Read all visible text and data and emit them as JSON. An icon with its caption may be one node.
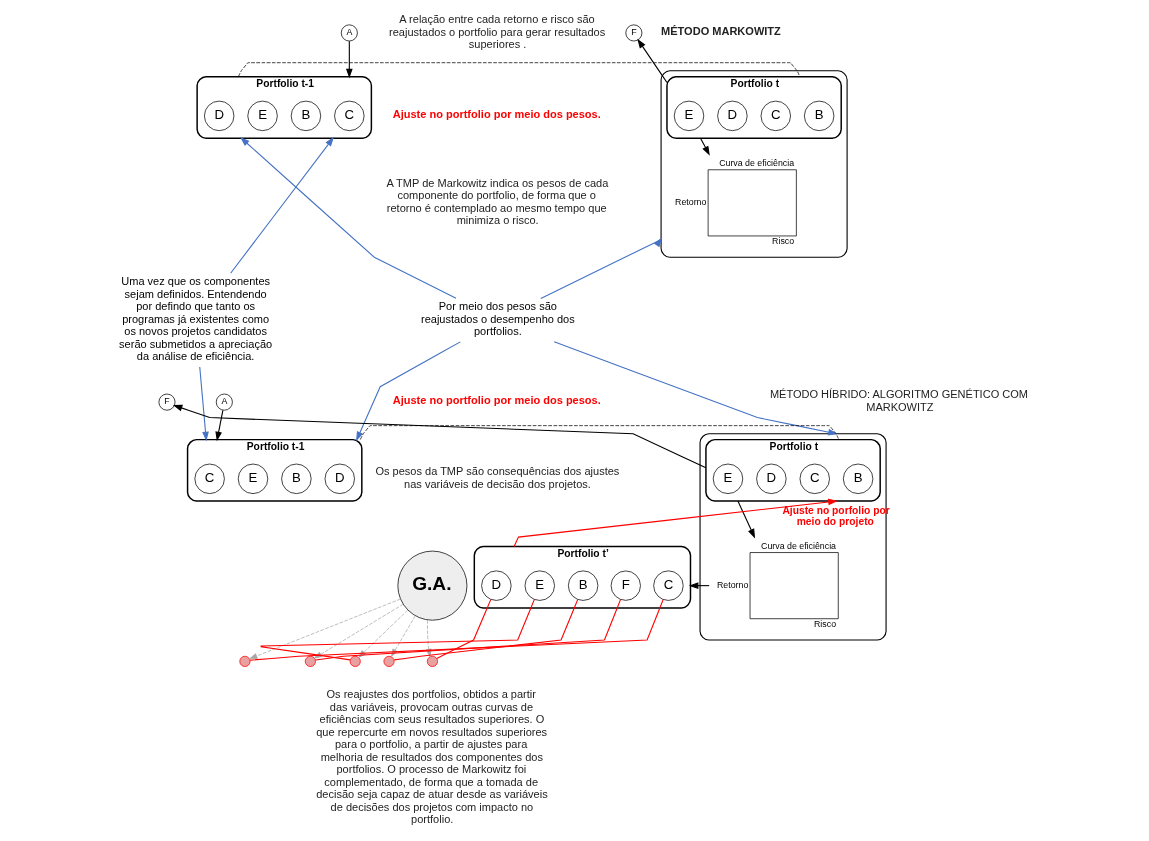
{
  "diagram": {
    "nodes": [
      {
        "text": [],
        "shape": "box"
      },
      {
        "text": [
          "Curva de eficiência",
          "Retorno",
          "Risco"
        ],
        "in": 0
      },
      {
        "text": [
          "Portfolio t"
        ],
        "in": 0
      },
      {
        "text": [
          "B"
        ],
        "in": 2
      },
      {
        "text": [
          "C"
        ],
        "in": 2
      },
      {
        "text": [
          "D"
        ],
        "in": 2
      },
      {
        "text": [
          "E"
        ],
        "in": 2
      },
      {
        "text": [
          "F"
        ]
      },
      {
        "text": [
          "Portfolio t-1"
        ]
      },
      {
        "text": [
          "C"
        ],
        "in": 8
      },
      {
        "text": [
          "B"
        ],
        "in": 8
      },
      {
        "text": [
          "E"
        ],
        "in": 8
      },
      {
        "text": [
          "D"
        ],
        "in": 8
      },
      {
        "text": [
          "A"
        ]
      },
      {
        "text": [
          "Uma vez que os componentes sejam definidos. Entendendo por defindo que tanto os programas já existentes como os novos projetos candidatos serão submetidos a apreciação da análise de eficiência."
        ]
      },
      {
        "text": [
          "Por meio dos pesos são reajustados o desempenho dos portfolios."
        ]
      },
      {
        "text": [],
        "shape": "box"
      },
      {
        "text": [
          "Portfolio t"
        ],
        "in": 16
      },
      {
        "text": [
          "B"
        ],
        "in": 17
      },
      {
        "text": [
          "C"
        ],
        "in": 17
      },
      {
        "text": [
          "D"
        ],
        "in": 17
      },
      {
        "text": [
          "E"
        ],
        "in": 17
      },
      {
        "text": [
          "Curva de eficiência",
          "Retorno",
          "Risco"
        ],
        "in": 16
      },
      {
        "text": [
          "F"
        ]
      },
      {
        "text": [
          "Portfolio t-1"
        ]
      },
      {
        "text": [
          "C"
        ],
        "in": 24
      },
      {
        "text": [
          "B"
        ],
        "in": 24
      },
      {
        "text": [
          "E"
        ],
        "in": 24
      },
      {
        "text": [
          "D"
        ],
        "in": 24
      },
      {
        "text": [
          "A"
        ]
      },
      {
        "text": [
          "Portfolio t’"
        ]
      },
      {
        "text": [
          "C"
        ],
        "in": 30
      },
      {
        "text": [
          "F"
        ],
        "in": 30
      },
      {
        "text": [
          "B"
        ],
        "in": 30
      },
      {
        "text": [
          "E"
        ],
        "in": 30
      },
      {
        "text": [
          "D"
        ],
        "in": 30
      },
      {
        "text": [
          "G.A."
        ]
      },
      {
        "text": [],
        "shape": "circle"
      },
      {
        "text": [],
        "shape": "circle"
      },
      {
        "text": [],
        "shape": "circle"
      },
      {
        "text": [],
        "shape": "circle"
      },
      {
        "text": [],
        "shape": "circle"
      }
    ],
    "edges": [
      {
        "from": 13,
        "to": 8,
        "arrow": "to"
      },
      {
        "from": 8,
        "to": 2,
        "arrow": "none",
        "style": "dashed"
      },
      {
        "from": 2,
        "to": 1,
        "arrow": "to"
      },
      {
        "from": 2,
        "to": 7,
        "arrow": "to"
      },
      {
        "from": 14,
        "to": 8,
        "arrow": "to",
        "color": "#4472c4"
      },
      {
        "from": 14,
        "to": 24,
        "arrow": "to",
        "color": "#4472c4"
      },
      {
        "from": 15,
        "to": 8,
        "arrow": "to",
        "color": "#4472c4"
      },
      {
        "from": 15,
        "to": 0,
        "arrow": "to",
        "color": "#4472c4"
      },
      {
        "from": 15,
        "to": 24,
        "arrow": "to",
        "color": "#4472c4"
      },
      {
        "from": 15,
        "to": 16,
        "arrow": "to",
        "color": "#4472c4"
      },
      {
        "from": 29,
        "to": 24,
        "arrow": "to"
      },
      {
        "from": 24,
        "to": 17,
        "arrow": "none",
        "style": "dashed"
      },
      {
        "from": 17,
        "to": 23,
        "arrow": "to"
      },
      {
        "from": 17,
        "to": 22,
        "arrow": "to"
      },
      {
        "from": 22,
        "to": 30,
        "arrow": "to"
      },
      {
        "from": 30,
        "to": 17,
        "arrow": "to",
        "label": "Ajuste no porfolio por meio do projeto",
        "color": "#ff0000"
      },
      {
        "from": 36,
        "to": 37,
        "arrow": "to",
        "style": "dashed",
        "color": "#a6a6a6"
      },
      {
        "from": 36,
        "to": 38,
        "arrow": "to",
        "style": "dashed",
        "color": "#a6a6a6"
      },
      {
        "from": 36,
        "to": 39,
        "arrow": "to",
        "style": "dashed",
        "color": "#a6a6a6"
      },
      {
        "from": 36,
        "to": 40,
        "arrow": "to",
        "style": "dashed",
        "color": "#a6a6a6"
      },
      {
        "from": 36,
        "to": 41,
        "arrow": "to",
        "style": "dashed",
        "color": "#a6a6a6"
      },
      {
        "from": 37,
        "to": 31,
        "arrow": "none",
        "color": "#ff0000"
      },
      {
        "from": 38,
        "to": 32,
        "arrow": "none",
        "color": "#ff0000"
      },
      {
        "from": 39,
        "to": 34,
        "arrow": "none",
        "color": "#ff0000"
      },
      {
        "from": 40,
        "to": 33,
        "arrow": "none",
        "color": "#ff0000"
      },
      {
        "from": 41,
        "to": 35,
        "arrow": "none",
        "color": "#ff0000"
      }
    ],
    "labels": [
      "A relação entre cada retorno e risco são reajustados o portfolio para gerar resultados superiores .",
      "MÉTODO MARKOWITZ",
      "Ajuste no portfolio por meio dos pesos.",
      "A TMP de Markowitz indica os pesos de cada componente do portfolio, de forma que o retorno é contemplado ao mesmo tempo que minimiza o risco.",
      "MÉTODO HÍBRIDO: ALGORITMO GENÉTICO COM MARKOWITZ",
      "Ajuste no portfolio por meio dos pesos.",
      "Os pesos da TMP são consequências dos ajustes nas variáveis de decisão dos projetos.",
      "Os reajustes dos portfolios, obtidos a partir das variáveis, provocam outras curvas de eficiências com seus resultados superiores. O que repercurte em novos resultados superiores para o portfolio, a partir de ajustes para melhoria de resultados dos componentes dos portfolios. O processo de Markowitz foi complementado, de forma que a tomada de decisão seja capaz de atuar desde as variáveis de decisões dos projetos com impacto no portfolio."
    ]
  }
}
